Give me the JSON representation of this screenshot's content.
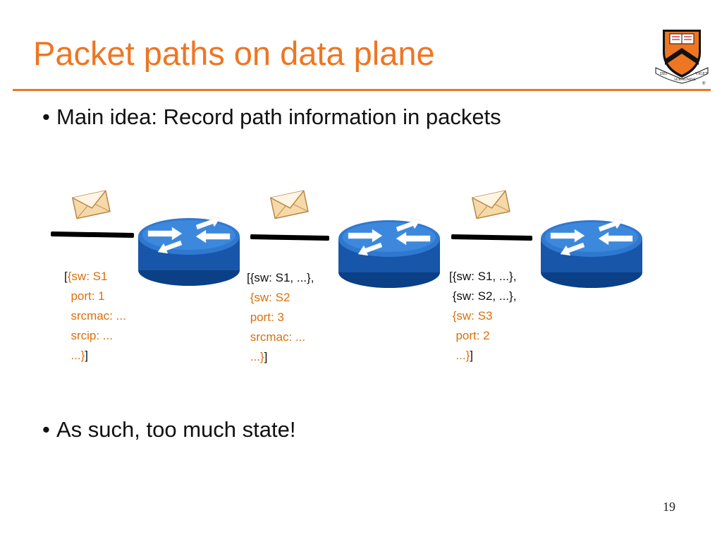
{
  "slide": {
    "title": "Packet paths on data plane",
    "bullets": [
      "Main idea: Record path information in packets",
      "As such, too much state!"
    ],
    "page_number": "19",
    "accent_color": "#ee7623",
    "logo_text": {
      "left": "DEI",
      "center": "SUB NUMINE",
      "right": "VIGET",
      "mark": "®"
    }
  },
  "diagram": {
    "router_icon": "router-icon",
    "envelope_icon": "envelope-icon",
    "hops": [
      {
        "lines": [
          [
            {
              "t": "[",
              "c": "black"
            },
            {
              "t": "{sw: S1",
              "c": "orange"
            }
          ],
          [
            {
              "t": "  port: 1",
              "c": "orange"
            }
          ],
          [
            {
              "t": "  srcmac: ...",
              "c": "orange"
            }
          ],
          [
            {
              "t": "  srcip: ...",
              "c": "orange"
            }
          ],
          [
            {
              "t": "  ...}",
              "c": "orange"
            },
            {
              "t": "]",
              "c": "black"
            }
          ]
        ]
      },
      {
        "lines": [
          [
            {
              "t": "[{sw: S1, ...},",
              "c": "black"
            }
          ],
          [
            {
              "t": " {sw: S2",
              "c": "orange"
            }
          ],
          [
            {
              "t": " port: 3",
              "c": "orange"
            }
          ],
          [
            {
              "t": " srcmac: ...",
              "c": "orange"
            }
          ],
          [
            {
              "t": " ...}",
              "c": "orange"
            },
            {
              "t": "]",
              "c": "black"
            }
          ]
        ]
      },
      {
        "lines": [
          [
            {
              "t": "[{sw: S1, ...},",
              "c": "black"
            }
          ],
          [
            {
              "t": " {sw: S2, ...},",
              "c": "black"
            }
          ],
          [
            {
              "t": " {sw: S3",
              "c": "orange"
            }
          ],
          [
            {
              "t": "  port: 2",
              "c": "orange"
            }
          ],
          [
            {
              "t": "  ...}",
              "c": "orange"
            },
            {
              "t": "]",
              "c": "black"
            }
          ]
        ]
      }
    ]
  }
}
